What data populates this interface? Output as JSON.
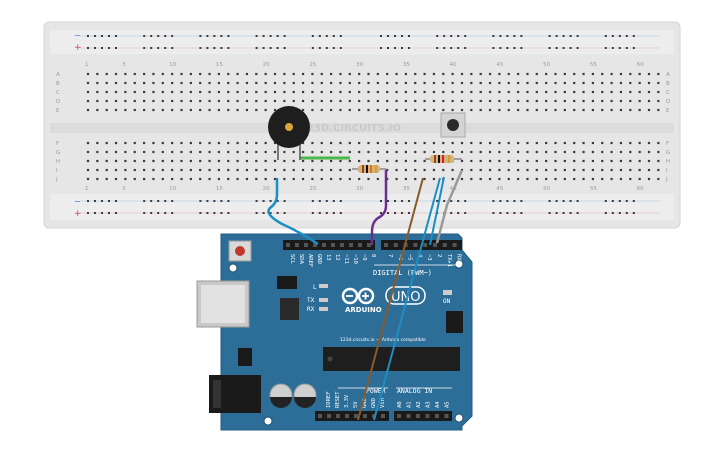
{
  "breadboard": {
    "rail_plus": "+",
    "rail_minus": "−",
    "column_numbers": [
      "1",
      "5",
      "10",
      "15",
      "20",
      "25",
      "30",
      "35",
      "40",
      "45",
      "50",
      "55",
      "60"
    ],
    "rows_top": [
      "A",
      "B",
      "C",
      "D",
      "E"
    ],
    "rows_bottom": [
      "F",
      "G",
      "H",
      "I",
      "J"
    ]
  },
  "watermark": "123D.CIRCUITS.IO",
  "arduino": {
    "header_left_pins": [
      "SCL",
      "SDA",
      "AREF",
      "GND",
      "13",
      "12",
      "~11",
      "~10",
      "~9",
      "8"
    ],
    "header_right_pins": [
      "7",
      "~6",
      "~5",
      "4",
      "~3",
      "2",
      "TX▸1",
      "RX◂0"
    ],
    "digital_label": "DIGITAL (PWM~)",
    "pin13_label": "L",
    "tx_label": "TX",
    "rx_label": "RX",
    "on_label": "ON",
    "logo_text": "ARDUINO",
    "uno_text": "UNO",
    "url_text": "123d.circuits.io — Arduino compatible",
    "power_pins": [
      "IOREF",
      "RESET",
      "3.3V",
      "5V",
      "GND",
      "GND",
      "Vin"
    ],
    "power_label": "POWER",
    "analog_pins": [
      "A0",
      "A1",
      "A2",
      "A3",
      "A4",
      "A5"
    ],
    "analog_label": "ANALOG IN"
  },
  "colors": {
    "breadboard": "#e6e6e6",
    "board": "#2d6e99",
    "wire_blue": "#1b8fc4",
    "wire_purple": "#6b2d8f",
    "wire_brown": "#8b5a2b",
    "wire_grey": "#9a9a9a",
    "wire_green": "#4bb84b",
    "buzzer": "#1e1e1e",
    "button_cap": "#2a2a2a"
  },
  "icons": [
    "piezo-buzzer-icon",
    "pushbutton-icon",
    "resistor-icon",
    "usb-connector-icon",
    "dc-jack-icon",
    "capacitor-icon",
    "reset-button-icon",
    "chip-icon"
  ]
}
